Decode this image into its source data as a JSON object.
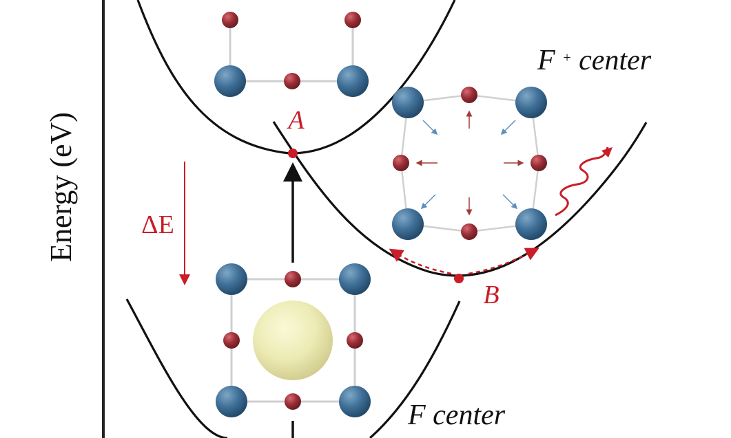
{
  "axis": {
    "ylabel": "Energy (eV)"
  },
  "labels": {
    "f_plus_center_main": "F",
    "f_plus_center_sup": "+",
    "f_plus_center_suffix": " center",
    "f_center": "F center",
    "point_a": "A",
    "point_b": "B",
    "delta_e": "ΔE"
  },
  "colors": {
    "curve": "#111111",
    "axis": "#222222",
    "accent_red": "#c91d27",
    "anion_blue": "#3f6f97",
    "cation_red": "#9b2d35",
    "vacancy_yellow": "#ecebb4",
    "lattice_line": "#cfcfcf",
    "arrow_blue": "#5f8fbd",
    "arrow_red": "#a33b3b"
  },
  "icons": {
    "transition_arrow": "vertical-up-arrow",
    "energy_drop_arrow": "vertical-down-arrow",
    "emission_arrow": "wavy-arrow",
    "relaxation_arrows": "radial-arrows"
  }
}
